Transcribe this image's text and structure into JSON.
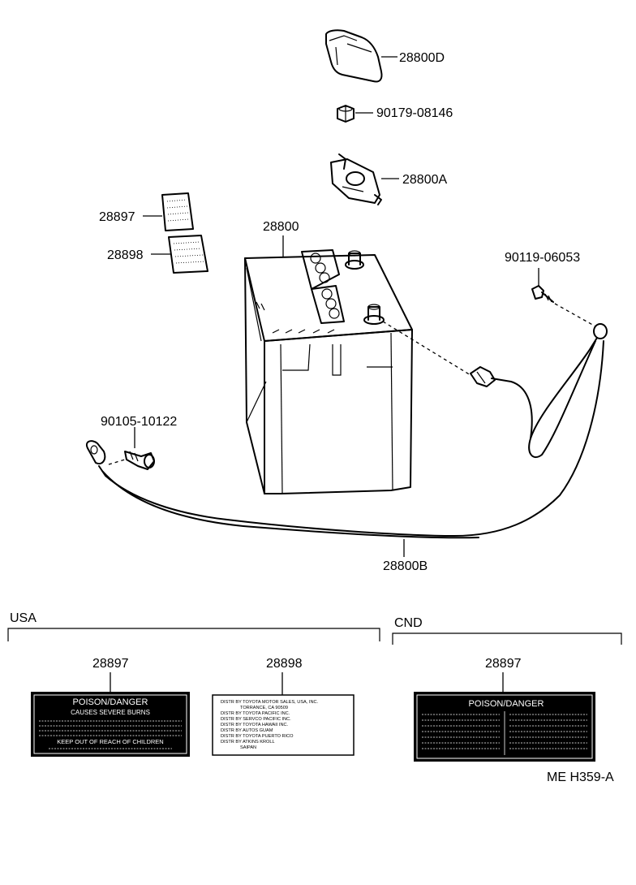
{
  "parts": {
    "clamp_cover": "28800D",
    "nut": "90179-08146",
    "clamp": "28800A",
    "label_poison": "28897",
    "label_info": "28898",
    "battery": "28800",
    "bolt_right": "90119-06053",
    "bolt_left": "90105-10122",
    "cable": "28800B"
  },
  "sections": {
    "usa": {
      "title": "USA",
      "label_a_part": "28897",
      "label_b_part": "28898"
    },
    "cnd": {
      "title": "CND",
      "label_part": "28897"
    }
  },
  "labels": {
    "poison_title": "POISON/DANGER",
    "poison_sub": "CAUSES SEVERE BURNS",
    "poison_footer": "KEEP OUT OF REACH OF CHILDREN",
    "info_lines": [
      "DISTR BY TOYOTA MOTOR SALES, USA, INC.",
      "TORRANCE, CA  90509",
      "DISTR BY TOYOTA PACIFIC INC.",
      "DISTR BY SERVCO PACIFIC INC.",
      "DISTR BY TOYOTA HAWAII INC.",
      "DISTR BY AUTOS GUAM",
      "DISTR BY TOYOTA PUERTO RICO",
      "DISTR BY ATKINS KROLL",
      "SAIPAN"
    ]
  },
  "reference": "ME  H359-A"
}
